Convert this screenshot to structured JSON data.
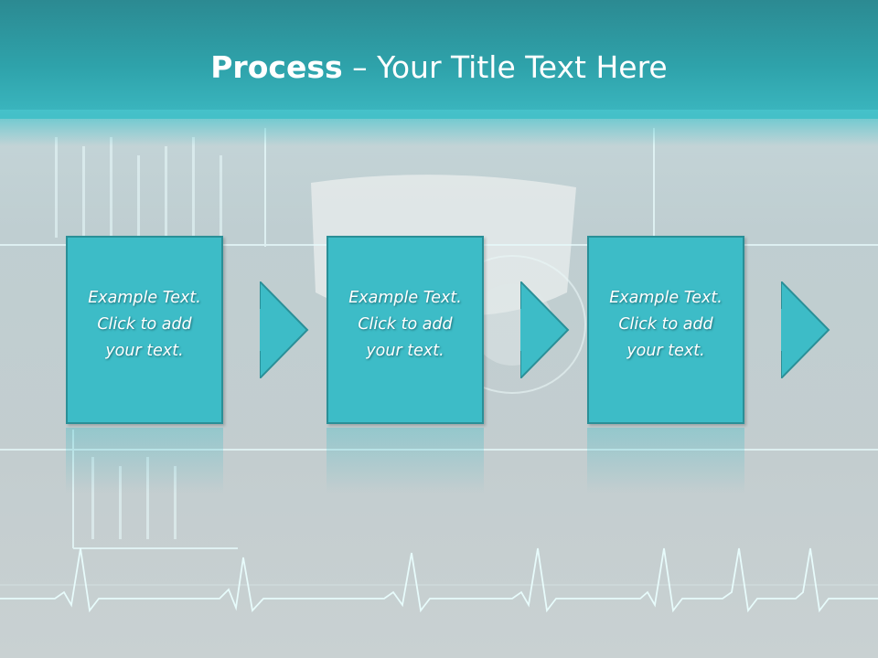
{
  "slide": {
    "title_bold": "Process",
    "title_rest": " – Your Title Text Here"
  },
  "steps": [
    {
      "lines": [
        "Example Text.",
        "Click  to add",
        "your text."
      ]
    },
    {
      "lines": [
        "Example Text.",
        "Click  to add",
        "your text."
      ]
    },
    {
      "lines": [
        "Example Text.",
        "Click  to add",
        "your text."
      ]
    }
  ],
  "colors": {
    "box_fill": "#3dbcc7",
    "box_border": "#2a8f97",
    "header": "#2ea2aa"
  },
  "icons": [
    "arrow-right-icon"
  ]
}
